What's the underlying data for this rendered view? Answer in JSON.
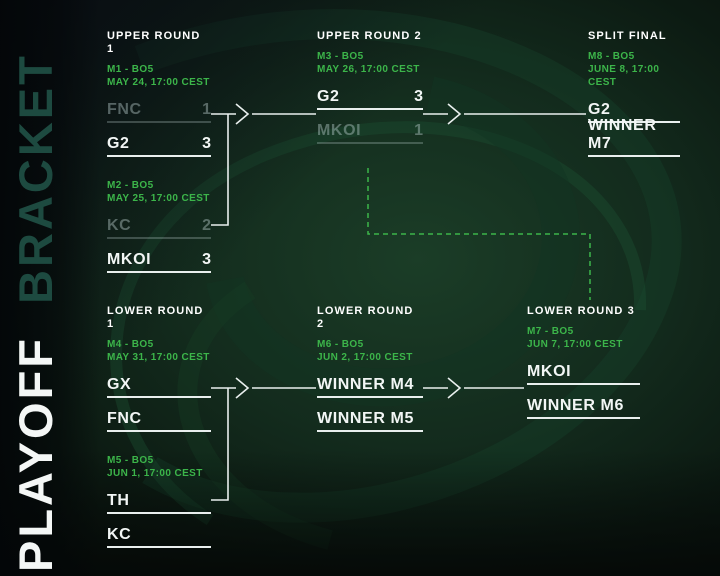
{
  "sidebar": {
    "playoff": "PLAYOFF",
    "bracket": "BRACKET"
  },
  "colors": {
    "accent_green": "#3cb54a",
    "dashed_drop_line": "#3cb54a",
    "connector_white": "#e9efee",
    "bracket_word": "#1d4a40"
  },
  "headers": {
    "upper1": "UPPER ROUND 1",
    "upper2": "UPPER ROUND 2",
    "final": "SPLIT FINAL",
    "lower1": "LOWER ROUND 1",
    "lower2": "LOWER ROUND 2",
    "lower3": "LOWER ROUND 3"
  },
  "matches": {
    "m1": {
      "meta": "M1 - BO5",
      "time": "MAY 24, 17:00 CEST",
      "team1": "FNC",
      "score1": "1",
      "team2": "G2",
      "score2": "3"
    },
    "m2": {
      "meta": "M2 - BO5",
      "time": "MAY 25, 17:00 CEST",
      "team1": "KC",
      "score1": "2",
      "team2": "MKOI",
      "score2": "3"
    },
    "m3": {
      "meta": "M3 - BO5",
      "time": "MAY 26, 17:00 CEST",
      "team1": "G2",
      "score1": "3",
      "team2": "MKOI",
      "score2": "1"
    },
    "m4": {
      "meta": "M4 - BO5",
      "time": "MAY 31, 17:00 CEST",
      "team1": "GX",
      "score1": "",
      "team2": "FNC",
      "score2": ""
    },
    "m5": {
      "meta": "M5 - BO5",
      "time": "JUN 1, 17:00 CEST",
      "team1": "TH",
      "score1": "",
      "team2": "KC",
      "score2": ""
    },
    "m6": {
      "meta": "M6 - BO5",
      "time": "JUN 2, 17:00 CEST",
      "team1": "WINNER M4",
      "score1": "",
      "team2": "WINNER M5",
      "score2": ""
    },
    "m7": {
      "meta": "M7 - BO5",
      "time": "JUN 7, 17:00 CEST",
      "team1": "MKOI",
      "score1": "",
      "team2": "WINNER M6",
      "score2": ""
    },
    "m8": {
      "meta": "M8 - BO5",
      "time": "JUNE 8, 17:00 CEST",
      "team1": "G2",
      "score1": "",
      "team2": "WINNER M7",
      "score2": ""
    }
  }
}
